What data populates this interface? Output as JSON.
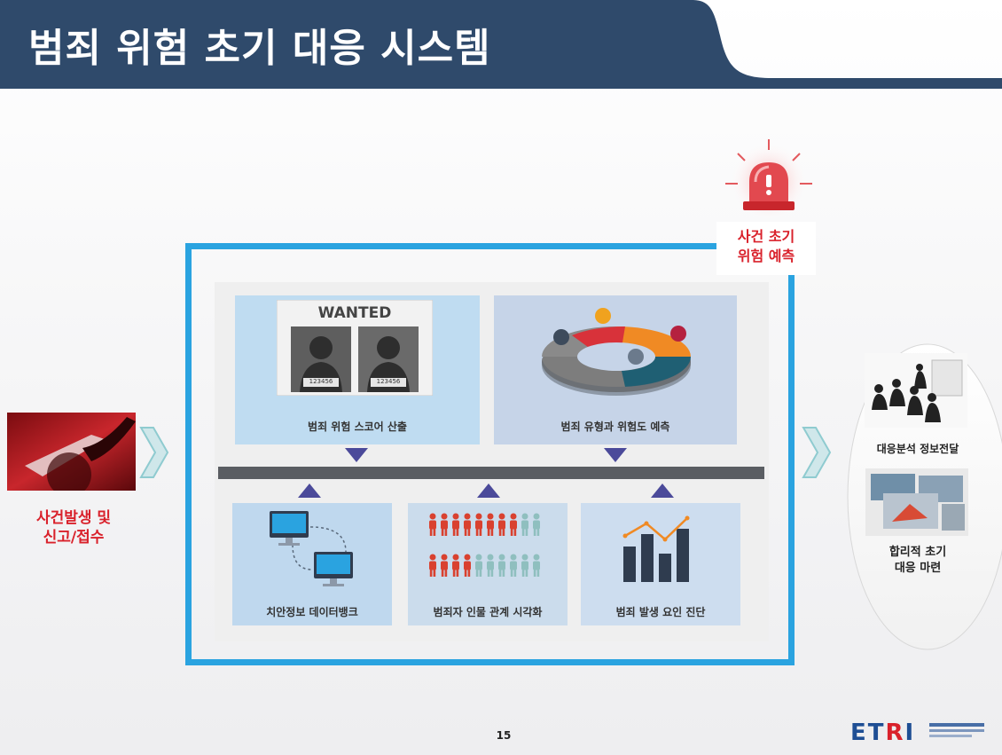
{
  "slide": {
    "title": "범죄 위험 초기 대응 시스템",
    "page_number": "15"
  },
  "left_step": {
    "label_line1": "사건발생 및",
    "label_line2": "신고/접수"
  },
  "alarm": {
    "label_line1": "사건 초기",
    "label_line2": "위험 예측"
  },
  "cards": {
    "score": {
      "label": "범죄 위험 스코어 산출",
      "wanted_text": "WANTED",
      "id1": "123456",
      "id2": "123456"
    },
    "predict": {
      "label": "범죄 유형과 위험도 예측"
    },
    "databank": {
      "label": "치안정보 데이터뱅크"
    },
    "relation": {
      "label": "범죄자 인물 관계 시각화"
    },
    "factor": {
      "label": "범죄 발생 요인 진단"
    }
  },
  "right_steps": {
    "info": {
      "label": "대응분석 정보전달"
    },
    "response": {
      "label_line1": "합리적 초기",
      "label_line2": "대응 마련"
    }
  },
  "logo": {
    "text_e_t": "ET",
    "text_r": "R",
    "text_i": "I"
  },
  "colors": {
    "title_bg": "#2f4a6b",
    "frame_blue": "#2aa3e0",
    "alert_red": "#d9212b",
    "arrow_purple": "#4b4a9a",
    "chevron_teal": "#8fcbd0"
  }
}
